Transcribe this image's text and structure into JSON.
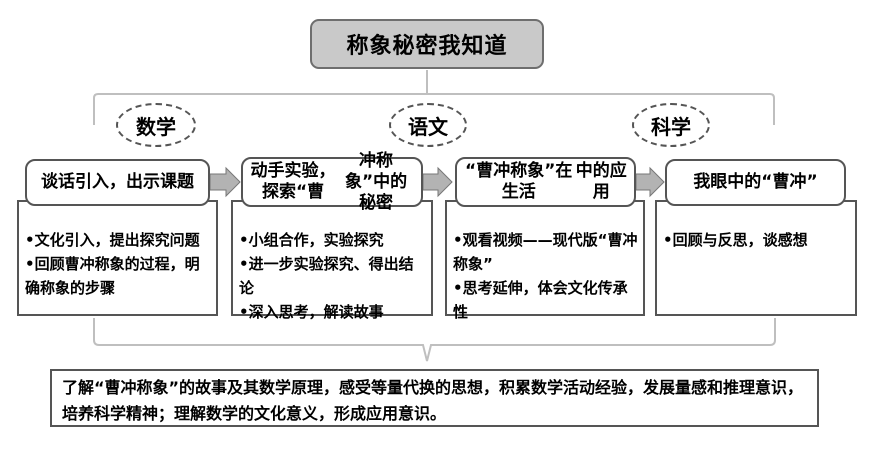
{
  "title": "称象秘密我知道",
  "subjects": [
    "数学",
    "语文",
    "科学"
  ],
  "stages": [
    {
      "title_lines": [
        "谈话引入，出示课题"
      ],
      "items": [
        "•文化引入，提出探究问题",
        "•回顾曹冲称象的过程，明确称象的步骤"
      ]
    },
    {
      "title_lines": [
        "动手实验，探索“曹",
        "冲称象”中的秘密"
      ],
      "items": [
        "•小组合作，实验探究",
        "•进一步实验探究、得出结论",
        "•深入思考，解读故事"
      ]
    },
    {
      "title_lines": [
        "“曹冲称象”在生活",
        "中的应用"
      ],
      "items": [
        "•观看视频——现代版“曹冲称象”",
        "•思考延伸，体会文化传承性"
      ]
    },
    {
      "title_lines": [
        "我眼中的“曹冲”"
      ],
      "items": [
        "•回顾与反思，谈感想"
      ]
    }
  ],
  "summary": "了解“曹冲称象”的故事及其数学原理，感受等量代换的思想，积累数学活动经验，发展量感和推理意识，培养科学精神；理解数学的文化意义，形成应用意识。",
  "colors": {
    "title_fill": "#c9c9c9",
    "arrow_fill": "#b3b3b3",
    "bracket": "#bfbfbf",
    "border": "#555555"
  }
}
